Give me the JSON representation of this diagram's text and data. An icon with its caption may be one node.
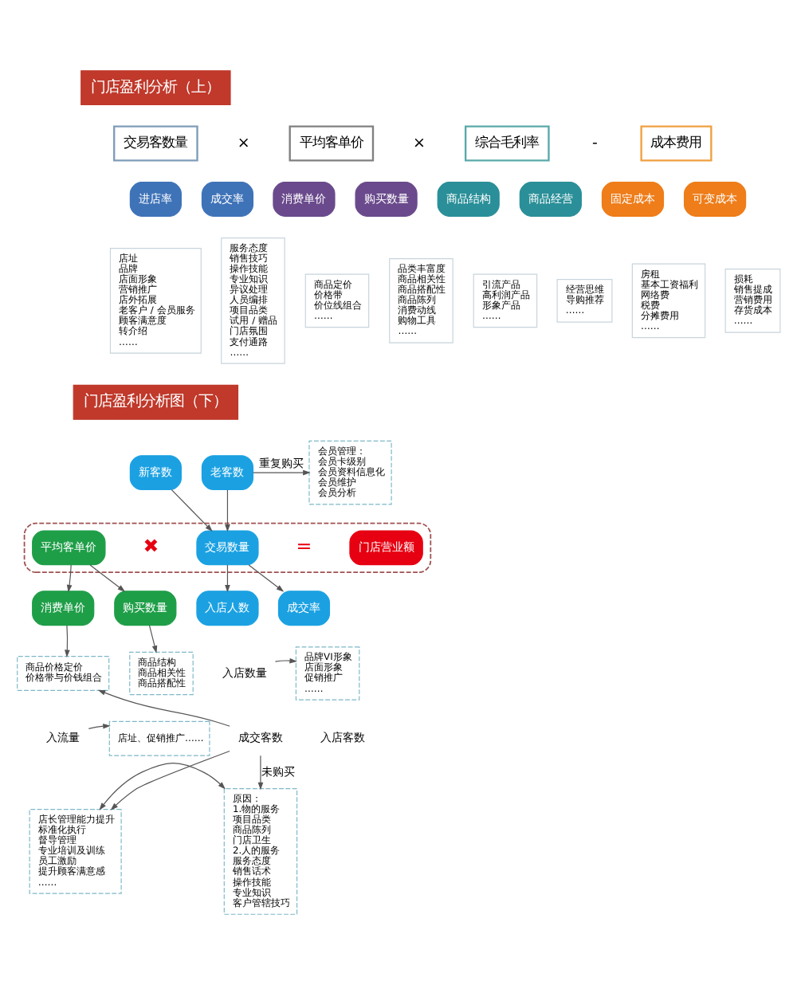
{
  "diagram": {
    "nodes": [
      {
        "text": [
          "交易客数量"
        ]
      },
      {
        "text": [
          "平均客单价"
        ]
      },
      {
        "text": [
          "综合毛利率"
        ]
      },
      {
        "text": [
          "成本费用"
        ]
      },
      {
        "text": [
          "进店率"
        ]
      },
      {
        "text": [
          "成交率"
        ]
      },
      {
        "text": [
          "消费单价"
        ]
      },
      {
        "text": [
          "购买数量"
        ]
      },
      {
        "text": [
          "商品结构"
        ]
      },
      {
        "text": [
          "商品经营"
        ]
      },
      {
        "text": [
          "固定成本"
        ]
      },
      {
        "text": [
          "可变成本"
        ]
      },
      {
        "text": [
          "店址",
          "品牌",
          "店面形象",
          "营销推广",
          "店外拓展",
          "老客户 / 会员服务",
          "顾客满意度",
          "转介绍",
          "……"
        ]
      },
      {
        "text": [
          "服务态度",
          "销售技巧",
          "操作技能",
          "专业知识",
          "异议处理",
          "人员编排",
          "项目品类",
          "试用 / 赠品",
          "门店氛围",
          "支付通路",
          "……"
        ]
      },
      {
        "text": [
          "商品定价",
          "价格带",
          "价位线组合",
          "……"
        ]
      },
      {
        "text": [
          "品类丰富度",
          "商品相关性",
          "商品搭配性",
          "商品陈列",
          "消费动线",
          "购物工具",
          "……"
        ]
      },
      {
        "text": [
          "引流产品",
          "高利润产品",
          "形象产品",
          "……"
        ]
      },
      {
        "text": [
          "经营思维",
          "导购推荐",
          "……"
        ]
      },
      {
        "text": [
          "房租",
          "基本工资福利",
          "网络费",
          "税费",
          "分摊费用",
          "……"
        ]
      },
      {
        "text": [
          "损耗",
          "销售提成",
          "营销费用",
          "存货成本",
          "……"
        ]
      },
      {
        "text": [
          "新客数"
        ]
      },
      {
        "text": [
          "老客数"
        ]
      },
      {
        "text": [
          "会员管理：",
          "会员卡级别",
          "会员资料信息化",
          "会员维护",
          "会员分析"
        ]
      },
      {
        "text": [],
        "shape": "box"
      },
      {
        "text": [
          "平均客单价"
        ],
        "in": 23
      },
      {
        "text": [
          "交易数量"
        ],
        "in": 23
      },
      {
        "text": [
          "门店营业额"
        ],
        "in": 23
      },
      {
        "text": [
          "消费单价"
        ]
      },
      {
        "text": [
          "购买数量"
        ]
      },
      {
        "text": [
          "入店人数"
        ]
      },
      {
        "text": [
          "成交率"
        ]
      },
      {
        "text": [
          "商品价格定价",
          "价格带与价钱组合"
        ]
      },
      {
        "text": [
          "商品结构",
          "商品相关性",
          "商品搭配性"
        ]
      },
      {
        "text": [
          "入店数量"
        ]
      },
      {
        "text": [
          "品牌VI形象",
          "店面形象",
          "促销推广",
          "……"
        ]
      },
      {
        "text": [
          "入流量"
        ]
      },
      {
        "text": [
          "店址、促销推广……"
        ]
      },
      {
        "text": [
          "成交客数"
        ]
      },
      {
        "text": [
          "店长管理能力提升",
          "标准化执行",
          "督导管理",
          "专业培训及训练",
          "员工激励",
          "提升顾客满意感",
          "……"
        ]
      },
      {
        "text": [
          "原因：",
          "1.物的服务",
          "项目品类",
          "商品陈列",
          "门店卫生",
          "2.人的服务",
          "服务态度",
          "销售话术",
          "操作技能",
          "专业知识",
          "客户管辖技巧"
        ]
      }
    ],
    "edges": [
      {
        "from": 20,
        "to": 25,
        "arrow": "to"
      },
      {
        "from": 21,
        "to": 25,
        "arrow": "to"
      },
      {
        "from": 21,
        "to": 22,
        "arrow": "to",
        "label": "重复购买"
      },
      {
        "from": 24,
        "to": 27,
        "arrow": "to"
      },
      {
        "from": 24,
        "to": 28,
        "arrow": "to"
      },
      {
        "from": 25,
        "to": 29,
        "arrow": "to"
      },
      {
        "from": 25,
        "to": 30,
        "arrow": "to"
      },
      {
        "from": 27,
        "to": 31,
        "arrow": "to"
      },
      {
        "from": 28,
        "to": 32,
        "arrow": "to"
      },
      {
        "from": 33,
        "to": 34,
        "arrow": "to"
      },
      {
        "from": 35,
        "to": 36,
        "arrow": "to"
      },
      {
        "from": 37,
        "to": 38,
        "arrow": "to"
      },
      {
        "from": 37,
        "to": 31,
        "arrow": "to"
      },
      {
        "from": 37,
        "to": 39,
        "arrow": "to",
        "label": "未购买"
      },
      {
        "from": 38,
        "to": 39,
        "arrow": "both"
      }
    ],
    "labels": [
      "门店盈利分析（上）",
      "×",
      "×",
      "-",
      "门店盈利分析图（下）",
      "✖",
      "=",
      "入店客数"
    ]
  }
}
